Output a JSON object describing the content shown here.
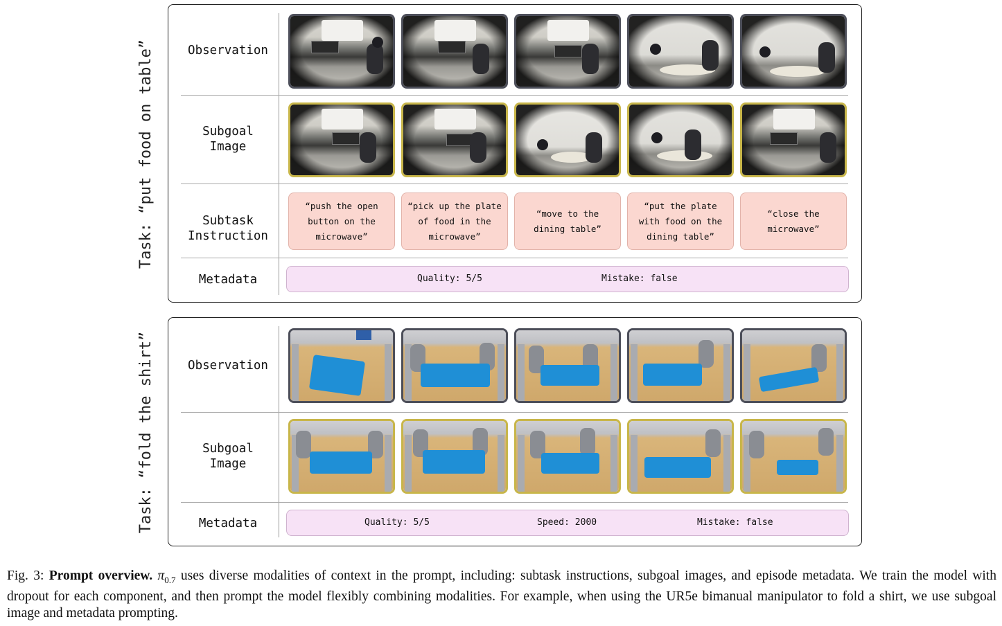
{
  "panels": [
    {
      "task": "Task: “put food on table”",
      "rows": {
        "observation": "Observation",
        "subgoal": "Subgoal\nImage",
        "subtask": "Subtask\nInstruction",
        "metadata": "Metadata"
      },
      "instructions": [
        "“push the open\nbutton on the\nmicrowave”",
        "“pick up the plate\nof food in the\nmicrowave”",
        "“move to the\ndining table”",
        "“put the plate\nwith food on the\ndining table”",
        "“close the\nmicrowave”"
      ],
      "meta": {
        "quality": "Quality: 5/5",
        "mistake": "Mistake: false"
      }
    },
    {
      "task": "Task: “fold the shirt”",
      "rows": {
        "observation": "Observation",
        "subgoal": "Subgoal\nImage",
        "metadata": "Metadata"
      },
      "meta": {
        "quality": "Quality: 5/5",
        "speed": "Speed: 2000",
        "mistake": "Mistake: false"
      }
    }
  ],
  "caption": {
    "figno": "Fig. 3: ",
    "bold": "Prompt overview.",
    "pi": "π",
    "sub": "0.7",
    "text": " uses diverse modalities of context in the prompt, including: subtask instructions, subgoal images, and episode metadata. We train the model with dropout for each component, and then prompt the model flexibly combining modalities. For example, when using the UR5e bimanual manipulator to fold a shirt, we use subgoal image and metadata prompting."
  }
}
